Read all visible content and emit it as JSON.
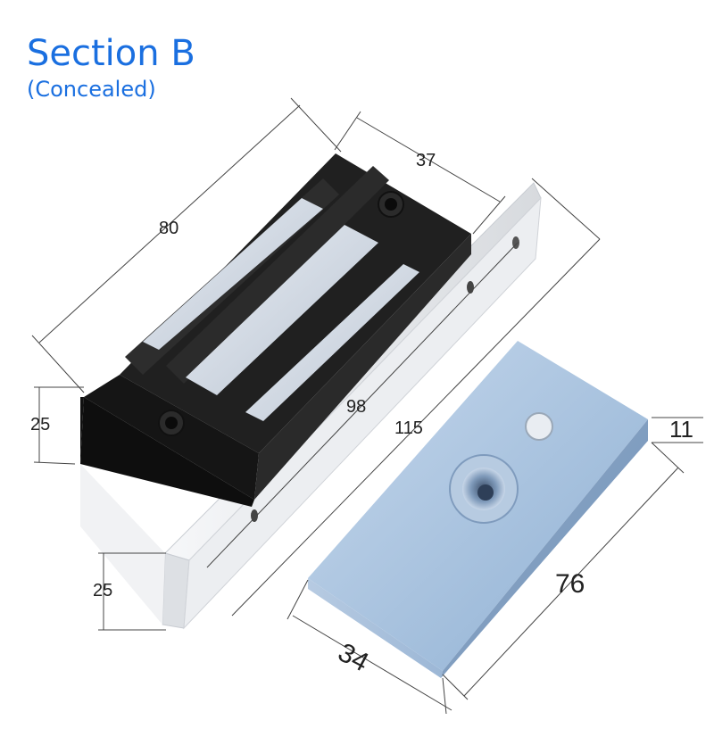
{
  "header": {
    "title": "Section B",
    "subtitle": "(Concealed)"
  },
  "dimensions": {
    "magnet_length": "80",
    "magnet_width": "37",
    "magnet_height": "25",
    "mount_hole_spacing": "98",
    "mount_plate_length": "115",
    "mount_plate_height": "25",
    "armature_thickness": "11",
    "armature_length": "76",
    "armature_width": "34"
  },
  "colors": {
    "title": "#1a6fe0",
    "magnet_body": "#1c1c1c",
    "mount_plate": "#e6e8ec",
    "armature": "#a9c3df"
  }
}
